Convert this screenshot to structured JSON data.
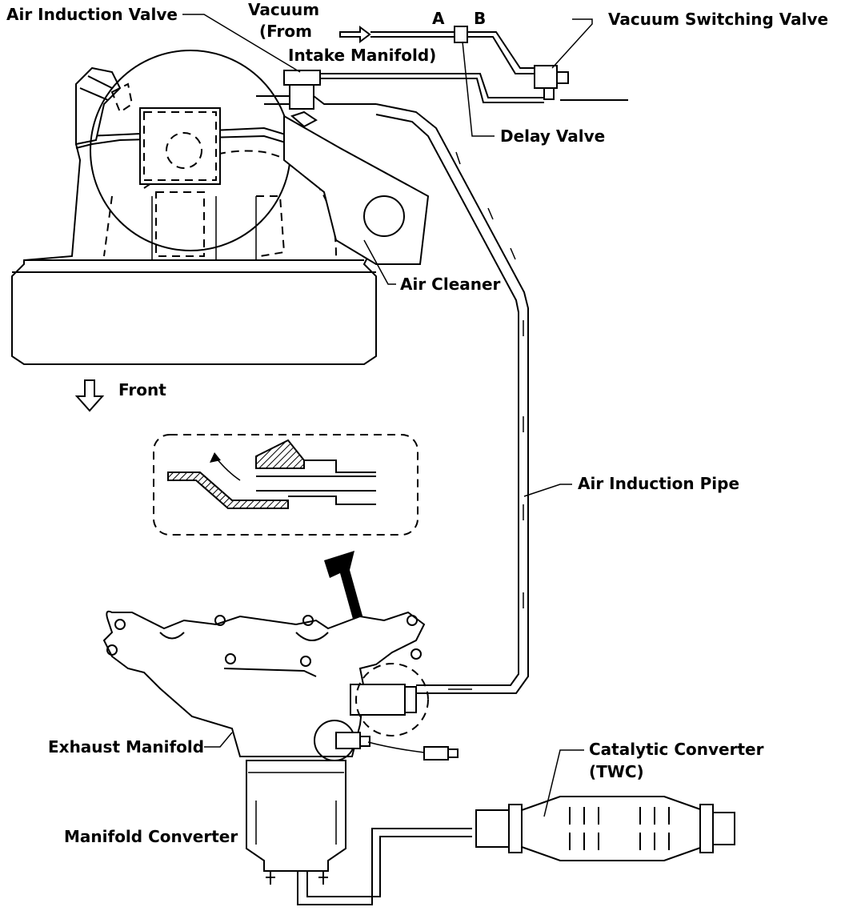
{
  "labels": {
    "air_induction_valve": "Air Induction Valve",
    "vacuum_line1": "Vacuum",
    "vacuum_line2": "(From",
    "vacuum_line3": "Intake Manifold)",
    "port_a": "A",
    "port_b": "B",
    "vacuum_switching_valve": "Vacuum Switching Valve",
    "delay_valve": "Delay Valve",
    "air_cleaner": "Air Cleaner",
    "front": "Front",
    "air_induction_pipe": "Air Induction Pipe",
    "exhaust_manifold": "Exhaust Manifold",
    "catalytic_converter_line1": "Catalytic Converter",
    "catalytic_converter_line2": "(TWC)",
    "manifold_converter": "Manifold Converter"
  }
}
